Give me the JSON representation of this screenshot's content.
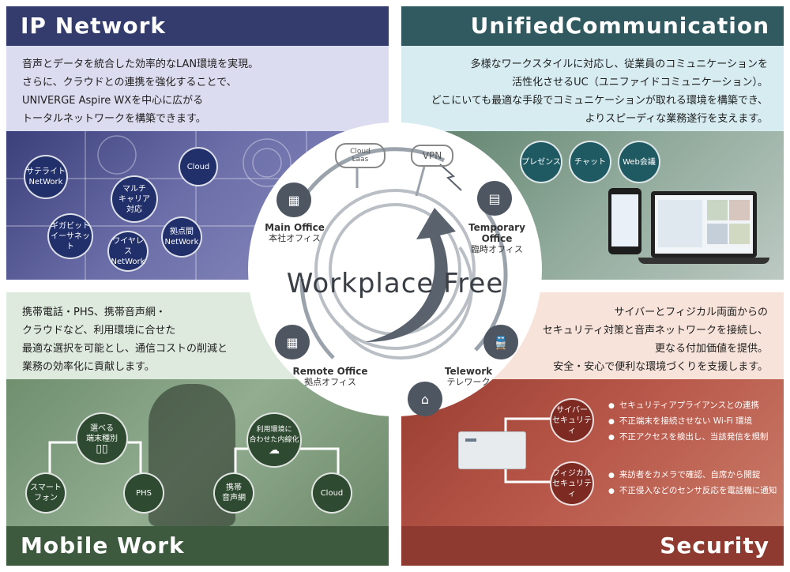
{
  "ip_network": {
    "title": "IP Network",
    "description": "音声とデータを統合した効率的なLAN環境を実現。\nさらに、クラウドとの連携を強化することで、\nUNIVERGE Aspire WXを中心に広がる\nトータルネットワークを構築できます。",
    "bubbles": [
      "サテライト\nNetWork",
      "Cloud",
      "マルチ\nキャリア\n対応",
      "ギガビット\nイーサネット",
      "拠点間\nNetWork",
      "ワイヤレス\nNetWork"
    ]
  },
  "unified_communication": {
    "title": "UnifiedCommunication",
    "description": "多様なワークスタイルに対応し、従業員のコミュニケーションを\n活性化させるUC（ユニファイドコミュニケーション）。\nどこにいても最適な手段でコミュニケーションが取れる環境を構築でき、\nよりスピーディな業務遂行を支えます。",
    "bubbles": [
      "プレゼンス",
      "チャット",
      "Web会議"
    ]
  },
  "mobile_work": {
    "title": "Mobile Work",
    "description": "携帯電話・PHS、携帯音声網・\nクラウドなど、利用環境に合せた\n最適な選択を可能とし、通信コストの削減と\n業務の効率化に貢献します。",
    "bubbles": [
      "選べる\n端末種別",
      "スマート\nフォン",
      "PHS",
      "利用環境に\n合わせた内線化",
      "携帯\n音声網",
      "Cloud"
    ]
  },
  "security": {
    "title": "Security",
    "description": "サイバーとフィジカル両面からの\nセキュリティ対策と音声ネットワークを接続し、\n更なる付加価値を提供。\n安全・安心で便利な環境づくりを支援します。",
    "cyber": {
      "label": "サイバー\nセキュリティ",
      "items": [
        "セキュリティアプライアンスとの連携",
        "不正端末を接続させない Wi-Fi 環境",
        "不正アクセスを検出し、当該発信を規制"
      ]
    },
    "physical": {
      "label": "フィジカル\nセキュリティ",
      "items": [
        "来訪者をカメラで確認、自席から開錠",
        "不正侵入などのセンサ反応を電話機に通知"
      ]
    }
  },
  "center": {
    "title": "Workplace Free",
    "cloud_laas": "Cloud\nLaas",
    "vpn": "VPN",
    "main_office": {
      "en": "Main Office",
      "jp": "本社オフィス"
    },
    "temporary_office": {
      "en": "Temporary\nOffice",
      "jp": "臨時オフィス"
    },
    "remote_office": {
      "en": "Remote Office",
      "jp": "拠点オフィス"
    },
    "telework": {
      "en": "Telework",
      "jp": "テレワーク"
    }
  },
  "colors": {
    "ip_bar": "#333c6d",
    "uc_bar": "#305a60",
    "mobile_bar": "#3e5a3e",
    "security_bar": "#8e3a30",
    "building_icon": "#4d5661"
  }
}
